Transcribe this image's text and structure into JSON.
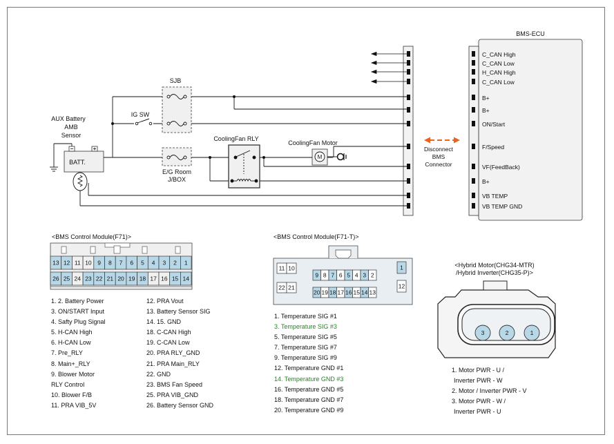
{
  "diagram": {
    "ecu_title": "BMS-ECU",
    "ecu_pins": [
      "C_CAN High",
      "C_CAN Low",
      "H_CAN High",
      "C_CAN Low",
      "B+",
      "B+",
      "ON/Start",
      "F/Speed",
      "VF(FeedBack)",
      "B+",
      "VB TEMP",
      "VB TEMP GND"
    ],
    "sjb": "SJB",
    "ig_sw": "IG SW",
    "aux_battery": [
      "AUX Battery",
      "AMB",
      "Sensor"
    ],
    "batt": "BATT.",
    "eg_room": [
      "E/G Room",
      "J/BOX"
    ],
    "coolingfan_rly": "CoolingFan RLY",
    "coolingfan_motor": "CoolingFan Motor",
    "motor_symbol": "M",
    "disconnect": [
      "Disconnect",
      "BMS",
      "Connector"
    ]
  },
  "f71": {
    "title": "<BMS Control Module(F71)>",
    "top_pins": [
      "13",
      "12",
      "11",
      "10",
      "9",
      "8",
      "7",
      "6",
      "5",
      "4",
      "3",
      "2",
      "1"
    ],
    "bottom_pins": [
      "26",
      "25",
      "24",
      "23",
      "22",
      "21",
      "20",
      "19",
      "18",
      "17",
      "16",
      "15",
      "14"
    ],
    "legend_left": [
      "1. 2. Battery Power",
      "3. ON/START Input",
      "4. Safty Plug Signal",
      "5. H-CAN High",
      "6. H-CAN Low",
      "7. Pre_RLY",
      "8. Main+_RLY",
      "9. Blower Motor",
      "RLY Control",
      "10. Blower F/B",
      "11. PRA VIB_5V"
    ],
    "legend_right": [
      "12. PRA Vout",
      "13. Battery Sensor SIG",
      "14. 15. GND",
      "18. C-CAN High",
      "19. C-CAN Low",
      "20. PRA RLY_GND",
      "21. PRA Main_RLY",
      "22. GND",
      "23. BMS Fan Speed",
      "25. PRA VIB_GND",
      "26. Battery Sensor GND"
    ]
  },
  "f71t": {
    "title": "<BMS Control Module(F71-T)>",
    "left_top": [
      "11",
      "10"
    ],
    "left_bottom": [
      "22",
      "21"
    ],
    "top_pins": [
      "9",
      "8",
      "7",
      "6",
      "5",
      "4",
      "3",
      "2"
    ],
    "bottom_pins": [
      "20",
      "19",
      "18",
      "17",
      "16",
      "15",
      "14",
      "13"
    ],
    "right_top": "1",
    "right_bottom": "12",
    "legend": [
      "1. Temperature SIG #1",
      "3. Temperature SIG #3",
      "5. Temperature SIG #5",
      "7. Temperature SIG #7",
      "9. Temperature SIG #9",
      "12. Temperature GND #1",
      "14. Temperature GND #3",
      "16. Temperature GND #5",
      "18. Temperature GND #7",
      "20. Temperature GND #9"
    ]
  },
  "hybrid": {
    "title": [
      "<Hybrid Motor(CHG34-MTR)",
      "/Hybrid Inverter(CHG35-P)>"
    ],
    "pins": [
      "3",
      "2",
      "1"
    ],
    "legend": [
      "1. Motor PWR - U /",
      "Inverter PWR - W",
      "2. Motor / Inverter PWR - V",
      "3. Motor PWR - W /",
      "Inverter PWR - U"
    ]
  },
  "colors": {
    "green": "#1e8a1e",
    "orange": "#e8641e",
    "pin_fill": "#b8d8e8",
    "light_fill": "#e8eef2",
    "box": "#f0f0f0"
  }
}
